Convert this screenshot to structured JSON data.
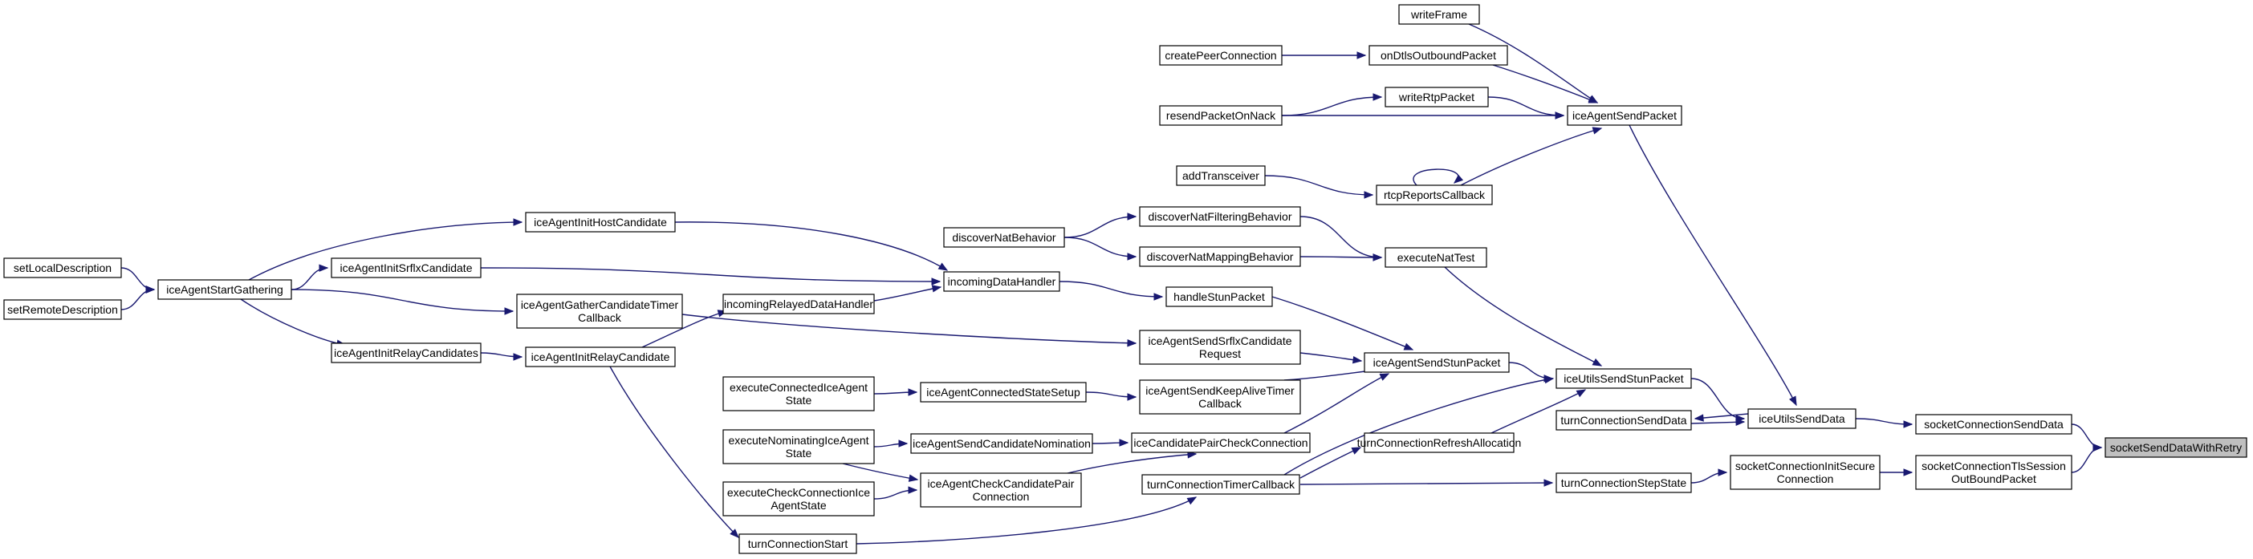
{
  "diagram": {
    "type": "caller-graph",
    "nodes": [
      {
        "id": "socketSendDataWithRetry",
        "lines": [
          "socketSendDataWithRetry"
        ],
        "highlight": true
      },
      {
        "id": "socketConnectionSendData",
        "lines": [
          "socketConnectionSendData"
        ]
      },
      {
        "id": "socketConnectionTlsSessionOutBoundPacket",
        "lines": [
          "socketConnectionTlsSession",
          "OutBoundPacket"
        ]
      },
      {
        "id": "iceUtilsSendData",
        "lines": [
          "iceUtilsSendData"
        ]
      },
      {
        "id": "socketConnectionInitSecureConnection",
        "lines": [
          "socketConnectionInitSecure",
          "Connection"
        ]
      },
      {
        "id": "iceUtilsSendStunPacket",
        "lines": [
          "iceUtilsSendStunPacket"
        ]
      },
      {
        "id": "turnConnectionSendData",
        "lines": [
          "turnConnectionSendData"
        ]
      },
      {
        "id": "turnConnectionStepState",
        "lines": [
          "turnConnectionStepState"
        ]
      },
      {
        "id": "iceAgentSendPacket",
        "lines": [
          "iceAgentSendPacket"
        ]
      },
      {
        "id": "writeFrame",
        "lines": [
          "writeFrame"
        ]
      },
      {
        "id": "onDtlsOutboundPacket",
        "lines": [
          "onDtlsOutboundPacket"
        ]
      },
      {
        "id": "createPeerConnection",
        "lines": [
          "createPeerConnection"
        ]
      },
      {
        "id": "writeRtpPacket",
        "lines": [
          "writeRtpPacket"
        ]
      },
      {
        "id": "resendPacketOnNack",
        "lines": [
          "resendPacketOnNack"
        ]
      },
      {
        "id": "rtcpReportsCallback",
        "lines": [
          "rtcpReportsCallback"
        ]
      },
      {
        "id": "addTransceiver",
        "lines": [
          "addTransceiver"
        ]
      },
      {
        "id": "executeNatTest",
        "lines": [
          "executeNatTest"
        ]
      },
      {
        "id": "discoverNatFilteringBehavior",
        "lines": [
          "discoverNatFilteringBehavior"
        ]
      },
      {
        "id": "discoverNatMappingBehavior",
        "lines": [
          "discoverNatMappingBehavior"
        ]
      },
      {
        "id": "discoverNatBehavior",
        "lines": [
          "discoverNatBehavior"
        ]
      },
      {
        "id": "iceAgentSendStunPacket",
        "lines": [
          "iceAgentSendStunPacket"
        ]
      },
      {
        "id": "handleStunPacket",
        "lines": [
          "handleStunPacket"
        ]
      },
      {
        "id": "iceAgentSendSrflxCandidateRequest",
        "lines": [
          "iceAgentSendSrflxCandidate",
          "Request"
        ]
      },
      {
        "id": "iceAgentSendKeepAliveTimerCallback",
        "lines": [
          "iceAgentSendKeepAliveTimer",
          "Callback"
        ]
      },
      {
        "id": "iceCandidatePairCheckConnection",
        "lines": [
          "iceCandidatePairCheckConnection"
        ]
      },
      {
        "id": "turnConnectionRefreshAllocation",
        "lines": [
          "turnConnectionRefreshAllocation"
        ]
      },
      {
        "id": "turnConnectionTimerCallback",
        "lines": [
          "turnConnectionTimerCallback"
        ]
      },
      {
        "id": "incomingDataHandler",
        "lines": [
          "incomingDataHandler"
        ]
      },
      {
        "id": "incomingRelayedDataHandler",
        "lines": [
          "incomingRelayedDataHandler"
        ]
      },
      {
        "id": "iceAgentInitHostCandidate",
        "lines": [
          "iceAgentInitHostCandidate"
        ]
      },
      {
        "id": "iceAgentInitSrflxCandidate",
        "lines": [
          "iceAgentInitSrflxCandidate"
        ]
      },
      {
        "id": "iceAgentGatherCandidateTimerCallback",
        "lines": [
          "iceAgentGatherCandidateTimer",
          "Callback"
        ]
      },
      {
        "id": "iceAgentInitRelayCandidate",
        "lines": [
          "iceAgentInitRelayCandidate"
        ]
      },
      {
        "id": "iceAgentInitRelayCandidates",
        "lines": [
          "iceAgentInitRelayCandidates"
        ]
      },
      {
        "id": "iceAgentStartGathering",
        "lines": [
          "iceAgentStartGathering"
        ]
      },
      {
        "id": "setLocalDescription",
        "lines": [
          "setLocalDescription"
        ]
      },
      {
        "id": "setRemoteDescription",
        "lines": [
          "setRemoteDescription"
        ]
      },
      {
        "id": "iceAgentConnectedStateSetup",
        "lines": [
          "iceAgentConnectedStateSetup"
        ]
      },
      {
        "id": "executeConnectedIceAgentState",
        "lines": [
          "executeConnectedIceAgent",
          "State"
        ]
      },
      {
        "id": "iceAgentSendCandidateNomination",
        "lines": [
          "iceAgentSendCandidateNomination"
        ]
      },
      {
        "id": "executeNominatingIceAgentState",
        "lines": [
          "executeNominatingIceAgent",
          "State"
        ]
      },
      {
        "id": "iceAgentCheckCandidatePairConnection",
        "lines": [
          "iceAgentCheckCandidatePair",
          "Connection"
        ]
      },
      {
        "id": "executeCheckConnectionIceAgentState",
        "lines": [
          "executeCheckConnectionIce",
          "AgentState"
        ]
      },
      {
        "id": "turnConnectionStart",
        "lines": [
          "turnConnectionStart"
        ]
      }
    ],
    "edges": [
      {
        "from": "socketConnectionSendData",
        "to": "socketSendDataWithRetry"
      },
      {
        "from": "socketConnectionTlsSessionOutBoundPacket",
        "to": "socketSendDataWithRetry"
      },
      {
        "from": "iceUtilsSendData",
        "to": "socketConnectionSendData"
      },
      {
        "from": "socketConnectionInitSecureConnection",
        "to": "socketConnectionTlsSessionOutBoundPacket"
      },
      {
        "from": "iceUtilsSendStunPacket",
        "to": "iceUtilsSendData"
      },
      {
        "from": "turnConnectionSendData",
        "to": "iceUtilsSendData"
      },
      {
        "from": "iceUtilsSendData",
        "to": "turnConnectionSendData"
      },
      {
        "from": "iceAgentSendPacket",
        "to": "iceUtilsSendData"
      },
      {
        "from": "turnConnectionStepState",
        "to": "socketConnectionInitSecureConnection"
      },
      {
        "from": "writeFrame",
        "to": "iceAgentSendPacket"
      },
      {
        "from": "onDtlsOutboundPacket",
        "to": "iceAgentSendPacket"
      },
      {
        "from": "writeRtpPacket",
        "to": "iceAgentSendPacket"
      },
      {
        "from": "resendPacketOnNack",
        "to": "iceAgentSendPacket"
      },
      {
        "from": "rtcpReportsCallback",
        "to": "iceAgentSendPacket"
      },
      {
        "from": "createPeerConnection",
        "to": "onDtlsOutboundPacket"
      },
      {
        "from": "resendPacketOnNack",
        "to": "writeRtpPacket"
      },
      {
        "from": "addTransceiver",
        "to": "rtcpReportsCallback"
      },
      {
        "from": "rtcpReportsCallback",
        "to": "rtcpReportsCallback"
      },
      {
        "from": "executeNatTest",
        "to": "iceUtilsSendStunPacket"
      },
      {
        "from": "iceAgentSendStunPacket",
        "to": "iceUtilsSendStunPacket"
      },
      {
        "from": "turnConnectionRefreshAllocation",
        "to": "iceUtilsSendStunPacket"
      },
      {
        "from": "turnConnectionTimerCallback",
        "to": "iceUtilsSendStunPacket"
      },
      {
        "from": "discoverNatFilteringBehavior",
        "to": "executeNatTest"
      },
      {
        "from": "discoverNatMappingBehavior",
        "to": "executeNatTest"
      },
      {
        "from": "discoverNatBehavior",
        "to": "discoverNatFilteringBehavior"
      },
      {
        "from": "discoverNatBehavior",
        "to": "discoverNatMappingBehavior"
      },
      {
        "from": "handleStunPacket",
        "to": "iceAgentSendStunPacket"
      },
      {
        "from": "iceAgentSendSrflxCandidateRequest",
        "to": "iceAgentSendStunPacket"
      },
      {
        "from": "iceAgentSendKeepAliveTimerCallback",
        "to": "iceAgentSendStunPacket"
      },
      {
        "from": "iceCandidatePairCheckConnection",
        "to": "iceAgentSendStunPacket"
      },
      {
        "from": "turnConnectionTimerCallback",
        "to": "turnConnectionRefreshAllocation"
      },
      {
        "from": "turnConnectionTimerCallback",
        "to": "turnConnectionStepState"
      },
      {
        "from": "incomingDataHandler",
        "to": "handleStunPacket"
      },
      {
        "from": "iceAgentInitHostCandidate",
        "to": "incomingDataHandler"
      },
      {
        "from": "iceAgentInitSrflxCandidate",
        "to": "incomingDataHandler"
      },
      {
        "from": "incomingRelayedDataHandler",
        "to": "incomingDataHandler"
      },
      {
        "from": "iceAgentInitRelayCandidate",
        "to": "incomingRelayedDataHandler"
      },
      {
        "from": "iceAgentGatherCandidateTimerCallback",
        "to": "iceAgentSendSrflxCandidateRequest"
      },
      {
        "from": "iceAgentStartGathering",
        "to": "iceAgentInitHostCandidate"
      },
      {
        "from": "iceAgentStartGathering",
        "to": "iceAgentInitSrflxCandidate"
      },
      {
        "from": "iceAgentStartGathering",
        "to": "iceAgentGatherCandidateTimerCallback"
      },
      {
        "from": "iceAgentStartGathering",
        "to": "iceAgentInitRelayCandidates"
      },
      {
        "from": "iceAgentInitRelayCandidates",
        "to": "iceAgentInitRelayCandidate"
      },
      {
        "from": "setLocalDescription",
        "to": "iceAgentStartGathering"
      },
      {
        "from": "setRemoteDescription",
        "to": "iceAgentStartGathering"
      },
      {
        "from": "iceAgentConnectedStateSetup",
        "to": "iceAgentSendKeepAliveTimerCallback"
      },
      {
        "from": "executeConnectedIceAgentState",
        "to": "iceAgentConnectedStateSetup"
      },
      {
        "from": "iceAgentSendCandidateNomination",
        "to": "iceCandidatePairCheckConnection"
      },
      {
        "from": "iceAgentCheckCandidatePairConnection",
        "to": "iceCandidatePairCheckConnection"
      },
      {
        "from": "executeNominatingIceAgentState",
        "to": "iceAgentSendCandidateNomination"
      },
      {
        "from": "executeNominatingIceAgentState",
        "to": "iceAgentCheckCandidatePairConnection"
      },
      {
        "from": "executeCheckConnectionIceAgentState",
        "to": "iceAgentCheckCandidatePairConnection"
      },
      {
        "from": "turnConnectionStart",
        "to": "turnConnectionTimerCallback"
      },
      {
        "from": "iceAgentInitRelayCandidate",
        "to": "turnConnectionStart"
      }
    ]
  }
}
